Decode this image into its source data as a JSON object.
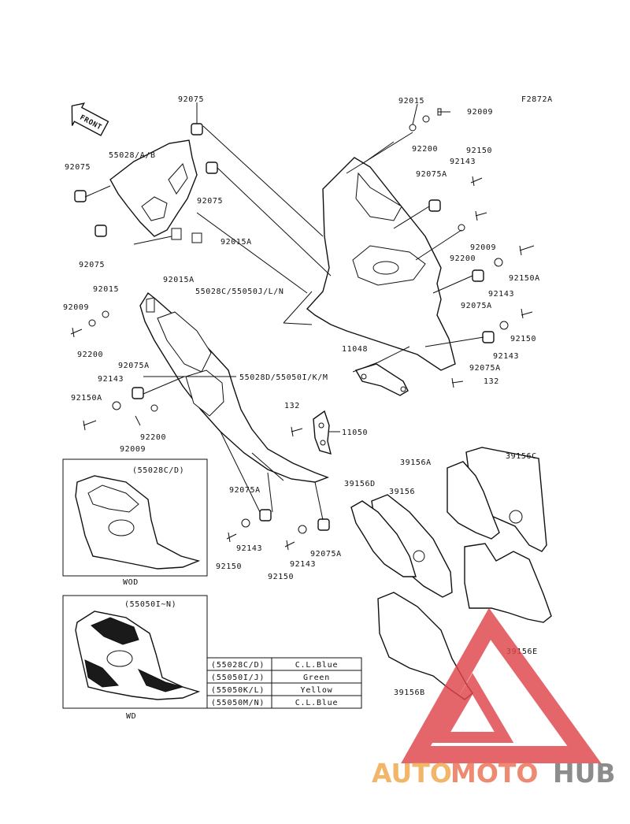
{
  "diagram_code": "F2872A",
  "front_label": "FRONT",
  "part_labels": {
    "p92075_top": "92075",
    "p92015_top": "92015",
    "p92009_top": "92009",
    "p55028ab": "55028/A/B",
    "p92075_left": "92075",
    "p92075_mid": "92075",
    "p92200_top": "92200",
    "p92150_top": "92150",
    "p92143_top": "92143",
    "p92075a_top": "92075A",
    "p92015a_right": "92015A",
    "p92075_lower": "92075",
    "p92009_right": "92009",
    "p92200_right": "92200",
    "p92150a_right": "92150A",
    "p92015a_bottom": "92015A",
    "p92143_right1": "92143",
    "p92075a_right1": "92075A",
    "p55028c_callout": "55028C/55050J/L/N",
    "p92015_left": "92015",
    "p92009_left": "92009",
    "p92200_left": "92200",
    "p11048": "11048",
    "p92150_right": "92150",
    "p92143_right2": "92143",
    "p92075a_right2": "92075A",
    "p92075a_left": "92075A",
    "p55028d_callout": "55028D/55050I/K/M",
    "p132_right": "132",
    "p92143_left": "92143",
    "p92150a_left": "92150A",
    "p132_mid": "132",
    "p11050": "11050",
    "p92200_left2": "92200",
    "p92009_left2": "92009",
    "p39156a": "39156A",
    "p39156c": "39156C",
    "p39156d": "39156D",
    "p39156": "39156",
    "p92075a_bottom1": "92075A",
    "p92143_b1": "92143",
    "p92150_b1": "92150",
    "p92143_b2": "92143",
    "p92075a_b2": "92075A",
    "p92150_b2": "92150",
    "p39156e": "39156E",
    "p39156b": "39156B"
  },
  "inset_top": {
    "title": "(55028C/D)",
    "caption": "WOD"
  },
  "inset_bottom": {
    "title": "(55050I~N)",
    "caption": "WD"
  },
  "color_table": {
    "rows": [
      {
        "code": "(55028C/D)",
        "color": "C.L.Blue"
      },
      {
        "code": "(55050I/J)",
        "color": "Green"
      },
      {
        "code": "(55050K/L)",
        "color": "Yellow"
      },
      {
        "code": "(55050M/N)",
        "color": "C.L.Blue"
      }
    ]
  },
  "watermark": {
    "part1": "AUTO",
    "part2": "MOTO",
    "part3": "HUB"
  },
  "colors": {
    "ink": "#111111",
    "watermark_red": "#e0454a",
    "watermark_orange": "#f2b66a",
    "watermark_grey": "#8c8c8c"
  }
}
